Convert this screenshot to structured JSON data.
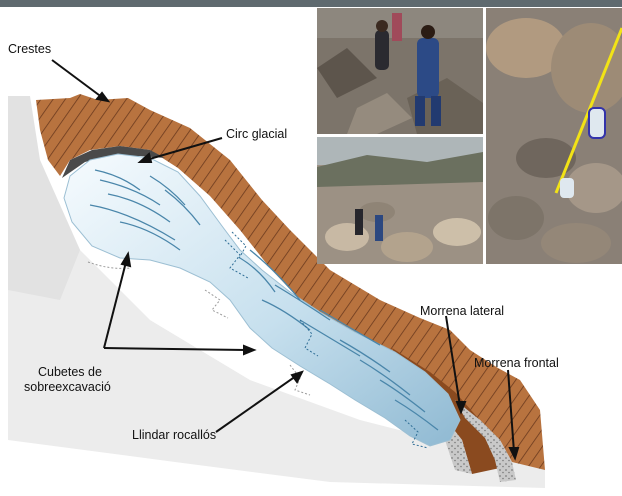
{
  "labels": {
    "crestes": "Crestes",
    "circ_glacial": "Circ glacial",
    "morrena_lateral": "Morrena lateral",
    "morrena_frontal": "Morrena frontal",
    "cubetes_line1": "Cubetes de",
    "cubetes_line2": "sobreexcavació",
    "llindar": "Llindar rocallós"
  },
  "colors": {
    "rock_ridge": "#b8733f",
    "rock_stripes": "#6b3a1e",
    "ice_light": "#eef6fb",
    "ice_mid": "#b9d6e6",
    "crevasse_lines": "#4a86aa",
    "moraine_gravel": "#b9b9b9",
    "frontal_lobe": "#8a4a1f",
    "background_slope": "#e9e9e9"
  },
  "photos": [
    {
      "name": "photo-field-team"
    },
    {
      "name": "photo-sensor-on-rock"
    },
    {
      "name": "photo-boulder-field"
    }
  ]
}
